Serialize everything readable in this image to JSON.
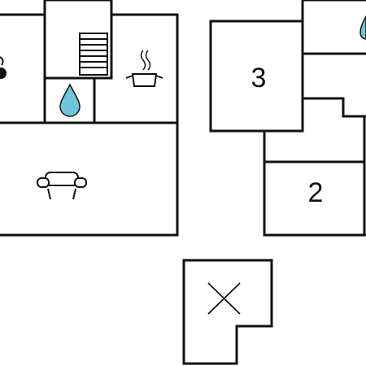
{
  "floor_plan": {
    "rooms": [
      {
        "id": "bedroom-3",
        "number": "3"
      },
      {
        "id": "bedroom-2",
        "number": "2"
      }
    ],
    "symbols": [
      "stairs-icon",
      "water-drop-icon",
      "cooking-pot-icon",
      "sofa-icon",
      "void-cross-icon"
    ],
    "colors": {
      "wall": "#111111",
      "water": "#6ec6dd",
      "background": "#ffffff"
    }
  }
}
